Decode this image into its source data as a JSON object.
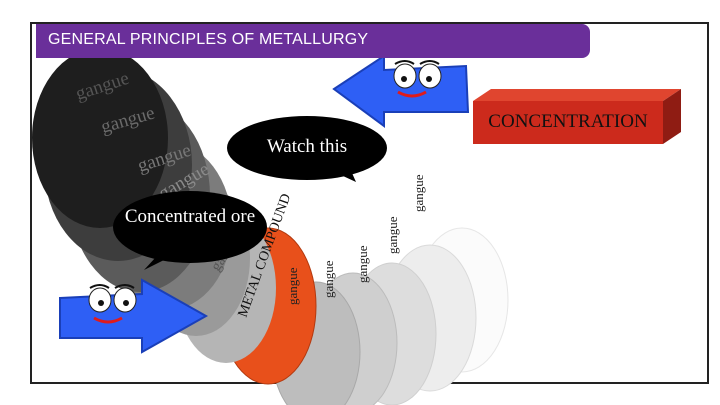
{
  "header": {
    "title": "GENERAL PRINCIPLES OF METALLURGY"
  },
  "stage": {
    "label": "CONCENTRATION"
  },
  "callouts": {
    "watch": "Watch this",
    "concentrated_ore": "Concentrated ore"
  },
  "ore_layers": {
    "gangue_label": "gangue",
    "metal_label": "METAL COMPOUND"
  },
  "colors": {
    "title_bar": "#6a2f9a",
    "metal_layer": "#e8501b",
    "arrow": "#2e5ff5",
    "concentration_box": "#cc2a1c"
  },
  "icons": [
    "arrow-mascot-icon",
    "arrow-mascot-icon"
  ]
}
